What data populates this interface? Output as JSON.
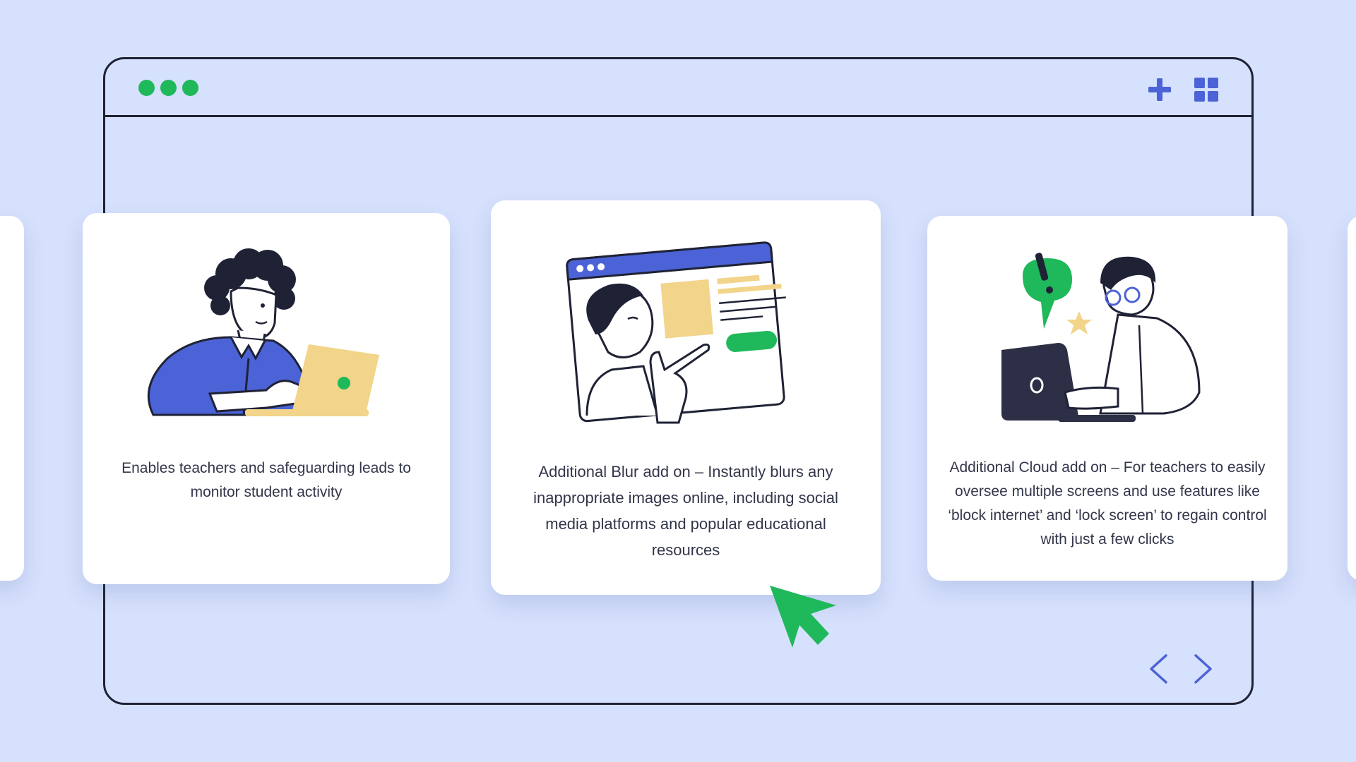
{
  "window": {
    "dots": [
      "dot-1",
      "dot-2",
      "dot-3"
    ],
    "actions": {
      "add_icon": "plus-icon",
      "grid_icon": "grid-icon"
    }
  },
  "cards": [
    {
      "illustration": "person-using-laptop-illustration",
      "text": "Enables teachers and safeguarding leads to monitor student activity"
    },
    {
      "illustration": "person-pointing-at-browser-illustration",
      "text": "Additional Blur add on – Instantly blurs any inappropriate images online, including social media platforms and popular educational resources"
    },
    {
      "illustration": "teacher-alert-laptop-illustration",
      "text": "Additional Cloud add on – For teachers to easily oversee multiple screens and use features like ‘block internet’ and ‘lock screen’ to regain control with just a few clicks"
    }
  ],
  "navigation": {
    "prev_icon": "chevron-left-icon",
    "next_icon": "chevron-right-icon"
  },
  "colors": {
    "background": "#d6e1fd",
    "accent_green": "#1fb85a",
    "accent_blue": "#4b63d6",
    "accent_yellow": "#f2d48a",
    "outline": "#1f2235"
  }
}
